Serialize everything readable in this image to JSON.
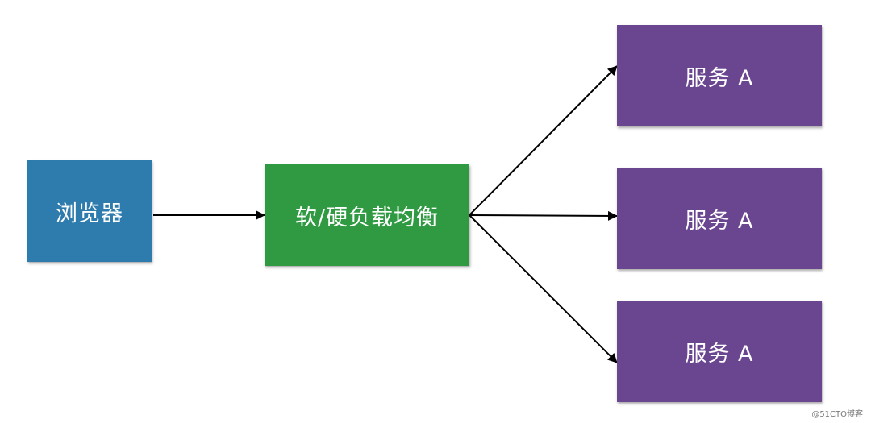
{
  "nodes": {
    "browser": {
      "label": "浏览器",
      "color": "#2e7bad"
    },
    "load_balancer": {
      "label": "软/硬负载均衡",
      "color": "#2f9a42"
    },
    "services": [
      {
        "label": "服务 A",
        "color": "#6a4690"
      },
      {
        "label": "服务 A",
        "color": "#6a4690"
      },
      {
        "label": "服务 A",
        "color": "#6a4690"
      }
    ]
  },
  "edges": [
    {
      "from": "browser",
      "to": "load_balancer"
    },
    {
      "from": "load_balancer",
      "to": "services.0"
    },
    {
      "from": "load_balancer",
      "to": "services.1"
    },
    {
      "from": "load_balancer",
      "to": "services.2"
    }
  ],
  "edge_color": "#000000",
  "watermark": "@51CTO博客"
}
